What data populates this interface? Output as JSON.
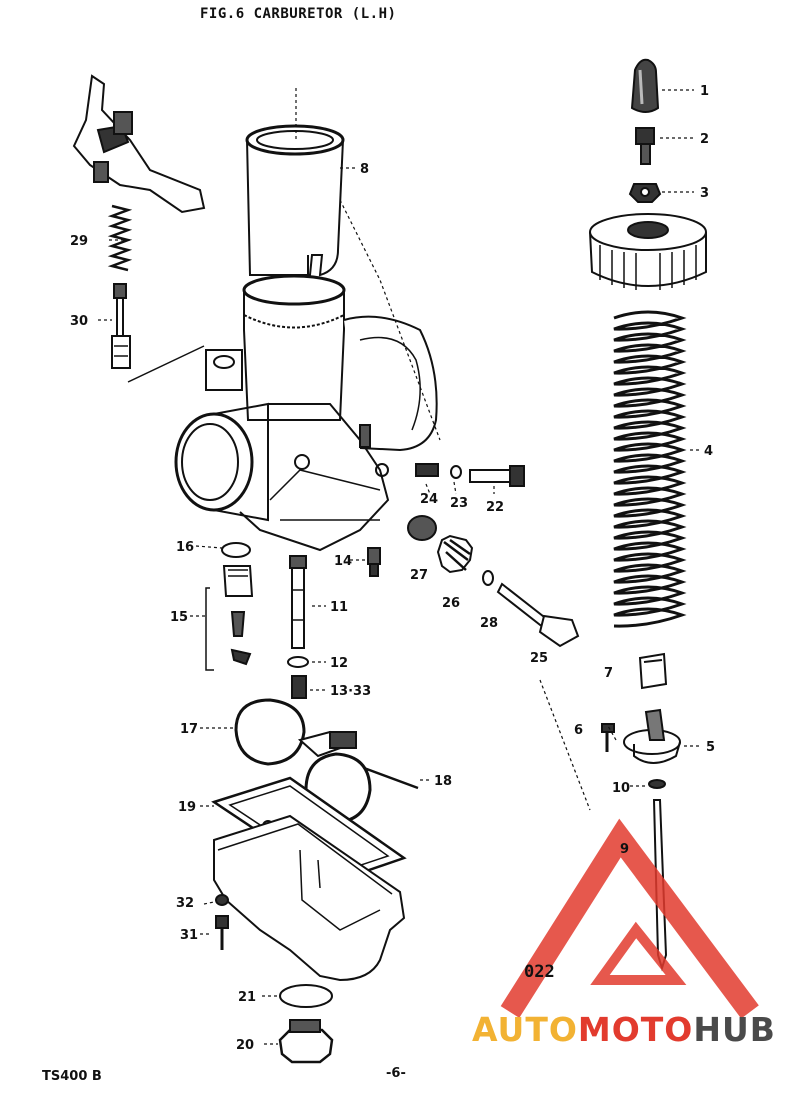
{
  "title": "FIG.6  CARBURETOR (L.H)",
  "model": "TS400 B",
  "page_number": "-6-",
  "stamp": "022",
  "watermark": {
    "part1": "AUTO",
    "part2": "MOTO",
    "part3": "HUB",
    "colors": {
      "gold": "#f2b233",
      "red": "#e23b2e",
      "gray": "#4a4a4a"
    }
  },
  "part_labels": {
    "p1": "1",
    "p2": "2",
    "p3": "3",
    "p4": "4",
    "p5": "5",
    "p6": "6",
    "p7": "7",
    "p8": "8",
    "p9": "9",
    "p10": "10",
    "p11": "11",
    "p12": "12",
    "p13": "13·33",
    "p14": "14",
    "p15": "15",
    "p16": "16",
    "p17": "17",
    "p18": "18",
    "p19": "19",
    "p20": "20",
    "p21": "21",
    "p22": "22",
    "p23": "23",
    "p24": "24",
    "p25": "25",
    "p26": "26",
    "p27": "27",
    "p28": "28",
    "p29": "29",
    "p30": "30",
    "p31": "31",
    "p32": "32"
  }
}
